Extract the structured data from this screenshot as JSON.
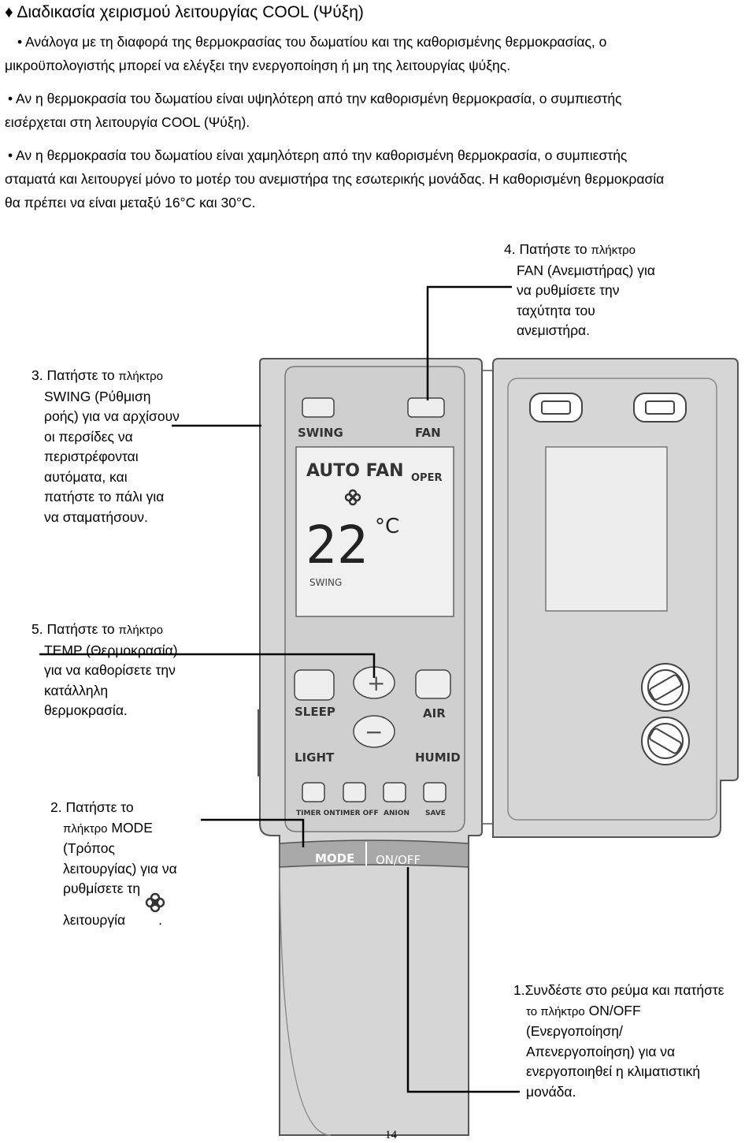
{
  "heading": {
    "bullet": "♦",
    "text": "Διαδικασία χειρισμού λειτουργίας COOL (Ψύξη)"
  },
  "paragraphs": [
    {
      "lines": [
        "•   Ανάλογα με τη διαφορά της θερμοκρασίας του δωματίου και της καθορισμένης θερμοκρασίας, ο",
        "μικροϋπολογιστής μπορεί να ελέγξει την ενεργοποίηση ή μη της λειτουργίας ψύξης."
      ]
    },
    {
      "lines": [
        "• Αν η θερμοκρασία του δωματίου είναι υψηλότερη από την καθορισμένη θερμοκρασία, ο συμπιεστής",
        "εισέρχεται στη λειτουργία COOL (Ψύξη)."
      ]
    },
    {
      "lines": [
        "• Αν η θερμοκρασία του δωματίου είναι χαμηλότερη από την καθορισμένη θερμοκρασία, ο συμπιεστής",
        "σταματά και λειτουργεί μόνο το μοτέρ του ανεμιστήρα της εσωτερικής μονάδας. Η καθορισμένη θερμοκρασία",
        "θα πρέπει να είναι μεταξύ 16°C και 30°C."
      ]
    }
  ],
  "callouts": {
    "step4": {
      "prefix": "4. Πατήστε το ",
      "small": "πλήκτρο",
      "lines": [
        "FAN (Ανεμιστήρας) για",
        "να ρυθμίσετε την",
        "ταχύτητα του",
        "ανεμιστήρα."
      ]
    },
    "step3": {
      "prefix": "3. Πατήστε το ",
      "small": "πλήκτρο",
      "lines": [
        "SWING (Ρύθμιση",
        "ροής) για να αρχίσουν",
        "οι περσίδες να",
        "περιστρέφονται",
        "αυτόματα, και",
        "πατήστε το πάλι για",
        "να σταματήσουν."
      ]
    },
    "step5": {
      "prefix": "5. Πατήστε το ",
      "small": "πλήκτρο",
      "lines": [
        "TEMP (Θερμοκρασία)",
        "για να καθορίσετε την",
        "κατάλληλη",
        "θερμοκρασία."
      ]
    },
    "step2": {
      "first": "2. Πατήστε το",
      "small": "πλήκτρο",
      "after_small": " MODE",
      "lines": [
        "(Τρόπος",
        "λειτουργίας) για να",
        "ρυθμίσετε τη"
      ],
      "last": "λειτουργία",
      "end": "."
    },
    "step1": {
      "first": "1.Συνδέστε στο ρεύμα και πατήστε",
      "small": "το πλήκτρο",
      "after_small": " ON/OFF",
      "lines": [
        "(Ενεργοποίηση/",
        "Απενεργοποίηση) για να",
        "ενεργοποιηθεί η κλιματιστική",
        "μονάδα."
      ]
    }
  },
  "remote": {
    "labels": {
      "swing": "SWING",
      "fan": "FAN",
      "sleep": "SLEEP",
      "air": "AIR",
      "light": "LIGHT",
      "humid": "HUMID",
      "timer_on": "TIMER ON",
      "timer_off": "TIMER OFF",
      "anion": "ANION",
      "save": "SAVE",
      "mode": "MODE",
      "on_off": "ON/OFF",
      "plus": "+",
      "minus": "−"
    },
    "display": {
      "auto_fan": "AUTO FAN",
      "oper": "OPER",
      "temperature": "22",
      "unit": "°C",
      "swing": "SWING"
    }
  },
  "page_number": "14",
  "colors": {
    "remote_body": "#d6d6d6",
    "remote_outline": "#555555",
    "screen": "#f0f0f0",
    "mode_bar": "#a8a8a8"
  }
}
